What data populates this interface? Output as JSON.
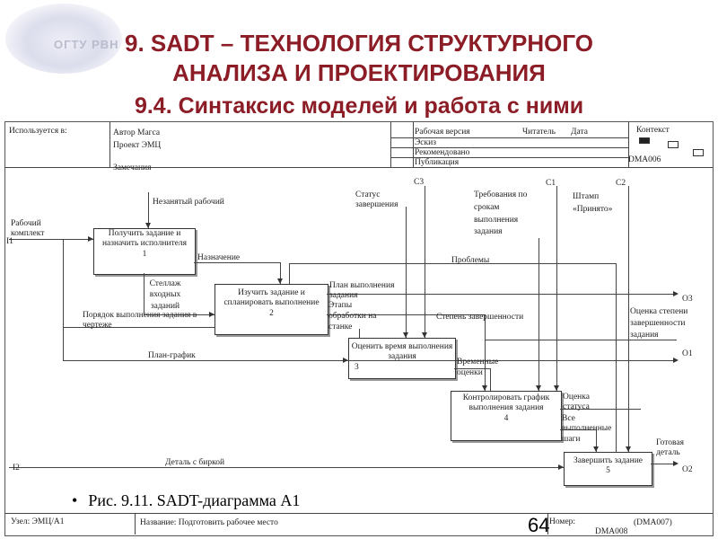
{
  "slide": {
    "title_line1": "9. SADT – ТЕХНОЛОГИЯ СТРУКТУРНОГО",
    "title_line2": "АНАЛИЗА И ПРОЕКТИРОВАНИЯ",
    "subtitle": "9.4. Синтаксис моделей и работа с ними",
    "logo_text": "ОГТУ РВН",
    "caption": "Рис. 9.11. SADT-диаграмма А1",
    "bullet": "•",
    "page_number": "64"
  },
  "header": {
    "used_in": "Используется в:",
    "author": "Автор Магса",
    "project": "Проект  ЭМЦ",
    "remarks": "Замечания",
    "working_version": "Рабочая версия",
    "sketch": "Эскиз",
    "recommended": "Рекомендовано",
    "publication": "Публикация",
    "reader": "Читатель",
    "date": "Дата",
    "context": "Контекст",
    "context_code": "DMA006"
  },
  "footer": {
    "node": "Узел: ЭМЦ/А1",
    "name": "Название: Подготовить рабочее место",
    "number_label": "Номер:",
    "number_value": "(DMA007)",
    "number_code": "DMA008"
  },
  "boxes": [
    {
      "label": "Получить задание и назначить исполнителя",
      "num": "1"
    },
    {
      "label": "Изучить задание и спланировать выполнение",
      "num": "2"
    },
    {
      "label": "Оценить время выполнения задания",
      "num": "3"
    },
    {
      "label": "Контролировать график выполнения задания",
      "num": "4"
    },
    {
      "label": "Завершить задание",
      "num": "5"
    }
  ],
  "labels": {
    "c3": "C3",
    "c1": "C1",
    "c2": "C2",
    "free_worker": "Незанятый рабочий",
    "status_completion": "Статус завершения",
    "requirements": "Требования по срокам выполнения задания",
    "stamp": "Штамп «Принято»",
    "worker_complex": "Рабочий комплект",
    "i1": "I1",
    "assignment": "Назначение",
    "problems": "Проблемы",
    "rack": "Стеллаж входных заданий",
    "plan": "План выполнения задания",
    "o3": "O3",
    "order": "Порядок выполнения задания в чертеже",
    "stages": "Этапы обработки на станке",
    "degree": "Степень завершенности",
    "assessment": "Оценка степени завершенности задания",
    "schedule": "План-график",
    "o1": "O1",
    "time_est": "Временные оценки",
    "status_est": "Оценка статуса",
    "all_steps": "Все выполненные шаги",
    "i2": "I2",
    "detail": "Деталь с биркой",
    "ready": "Готовая деталь",
    "o2": "O2"
  }
}
